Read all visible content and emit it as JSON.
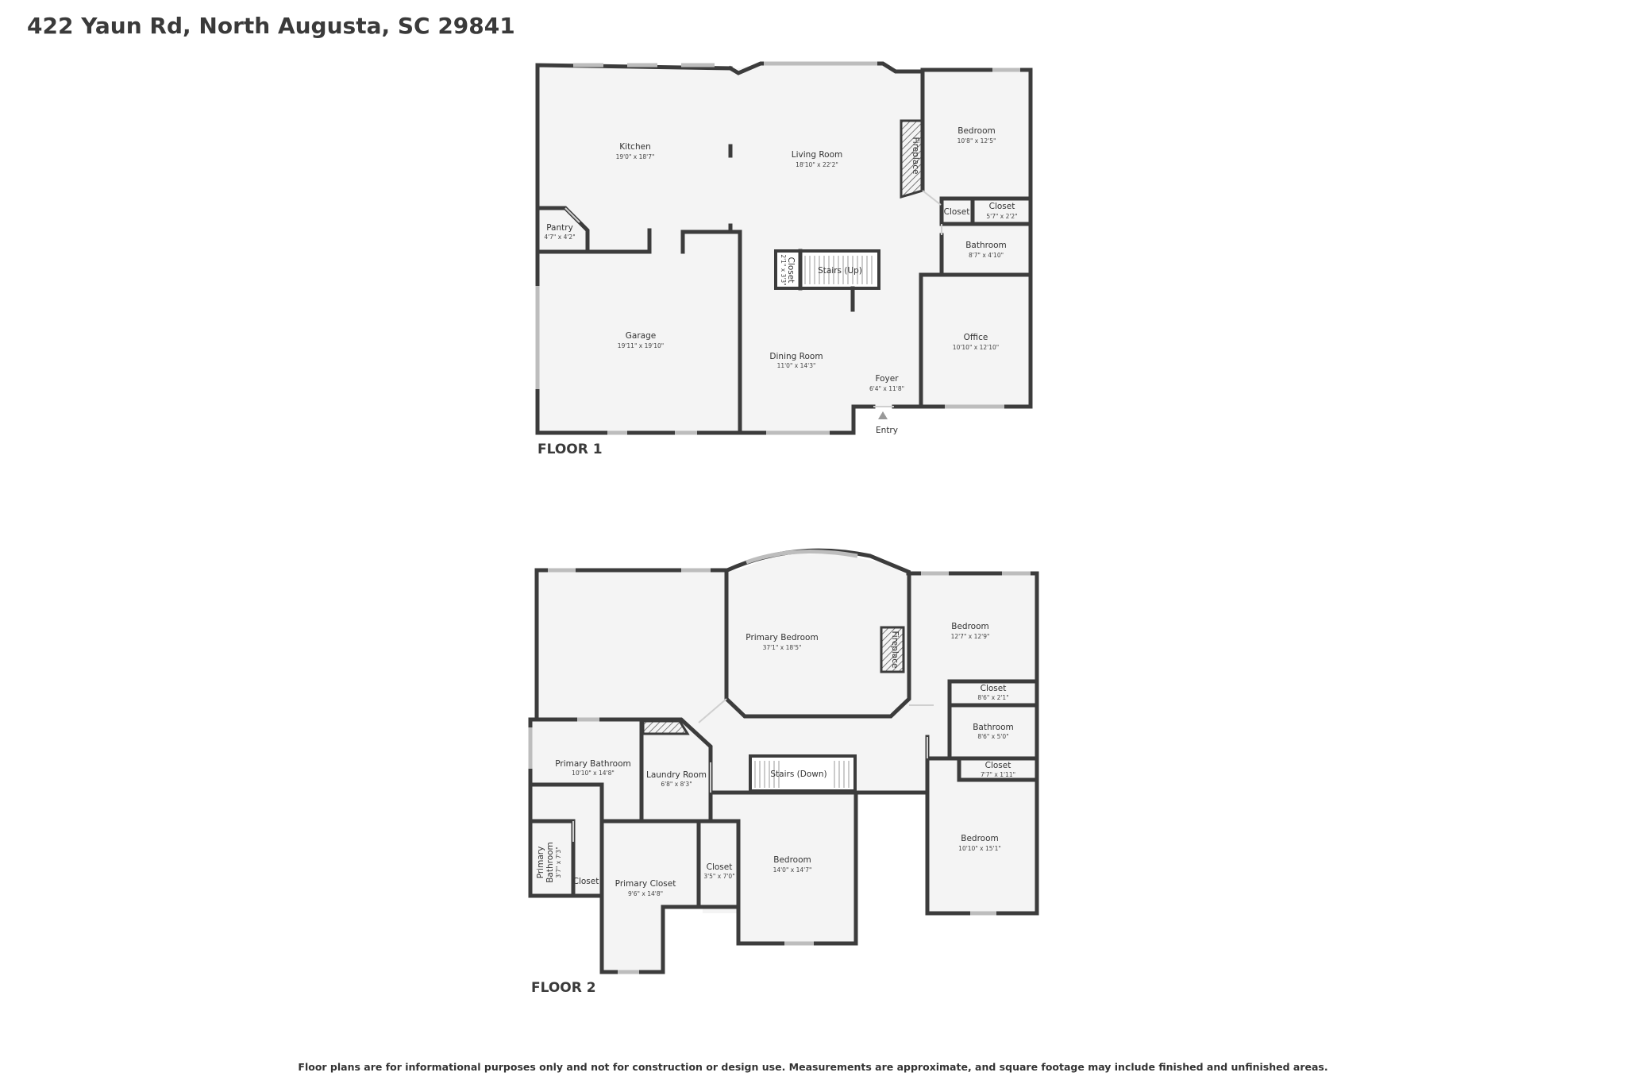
{
  "title": "422 Yaun Rd, North Augusta, SC 29841",
  "disclaimer": "Floor plans are for informational purposes only and not for construction or design use. Measurements are approximate, and square footage may include finished and unfinished areas.",
  "floor1": {
    "label": "FLOOR 1",
    "entry_label": "Entry",
    "rooms": {
      "kitchen": {
        "name": "Kitchen",
        "dim": "19'0\" x 18'7\""
      },
      "living": {
        "name": "Living Room",
        "dim": "18'10\" x 22'2\""
      },
      "bedroom": {
        "name": "Bedroom",
        "dim": "10'8\" x 12'5\""
      },
      "fireplace": {
        "name": "Fireplace"
      },
      "closet_a": {
        "name": "Closet"
      },
      "closet_b": {
        "name": "Closet",
        "dim": "5'7\" x 2'2\""
      },
      "pantry": {
        "name": "Pantry",
        "dim": "4'7\" x 4'2\""
      },
      "bathroom": {
        "name": "Bathroom",
        "dim": "8'7\" x 4'10\""
      },
      "stair_closet": {
        "name": "Closet",
        "dim": "2'1\" x 3'3\""
      },
      "stairs": {
        "name": "Stairs (Up)"
      },
      "garage": {
        "name": "Garage",
        "dim": "19'11\" x 19'10\""
      },
      "office": {
        "name": "Office",
        "dim": "10'10\" x 12'10\""
      },
      "dining": {
        "name": "Dining Room",
        "dim": "11'0\" x 14'3\""
      },
      "foyer": {
        "name": "Foyer",
        "dim": "6'4\" x 11'8\""
      }
    }
  },
  "floor2": {
    "label": "FLOOR 2",
    "rooms": {
      "primary_bedroom": {
        "name": "Primary Bedroom",
        "dim": "37'1\" x 18'5\""
      },
      "fireplace": {
        "name": "Fireplace"
      },
      "bedroom_a": {
        "name": "Bedroom",
        "dim": "12'7\" x 12'9\""
      },
      "closet_a": {
        "name": "Closet",
        "dim": "8'6\" x 2'1\""
      },
      "bathroom": {
        "name": "Bathroom",
        "dim": "8'6\" x 5'0\""
      },
      "closet_b": {
        "name": "Closet",
        "dim": "7'7\" x 1'11\""
      },
      "primary_bathroom": {
        "name": "Primary Bathroom",
        "dim": "10'10\" x 14'8\""
      },
      "laundry": {
        "name": "Laundry Room",
        "dim": "6'8\" x 8'3\""
      },
      "stairs": {
        "name": "Stairs (Down)"
      },
      "primary_bathroom_small_1": {
        "name": "Primary"
      },
      "primary_bathroom_small_2": {
        "name": "Bathroom"
      },
      "primary_bathroom_small_dim": {
        "dim": "3'7\" x 7'3\""
      },
      "closet_c": {
        "name": "Closet"
      },
      "primary_closet": {
        "name": "Primary Closet",
        "dim": "9'6\" x 14'8\""
      },
      "closet_d": {
        "name": "Closet",
        "dim": "3'5\" x 7'0\""
      },
      "bedroom_b": {
        "name": "Bedroom",
        "dim": "14'0\" x 14'7\""
      },
      "bedroom_c": {
        "name": "Bedroom",
        "dim": "10'10\" x 15'1\""
      }
    }
  }
}
